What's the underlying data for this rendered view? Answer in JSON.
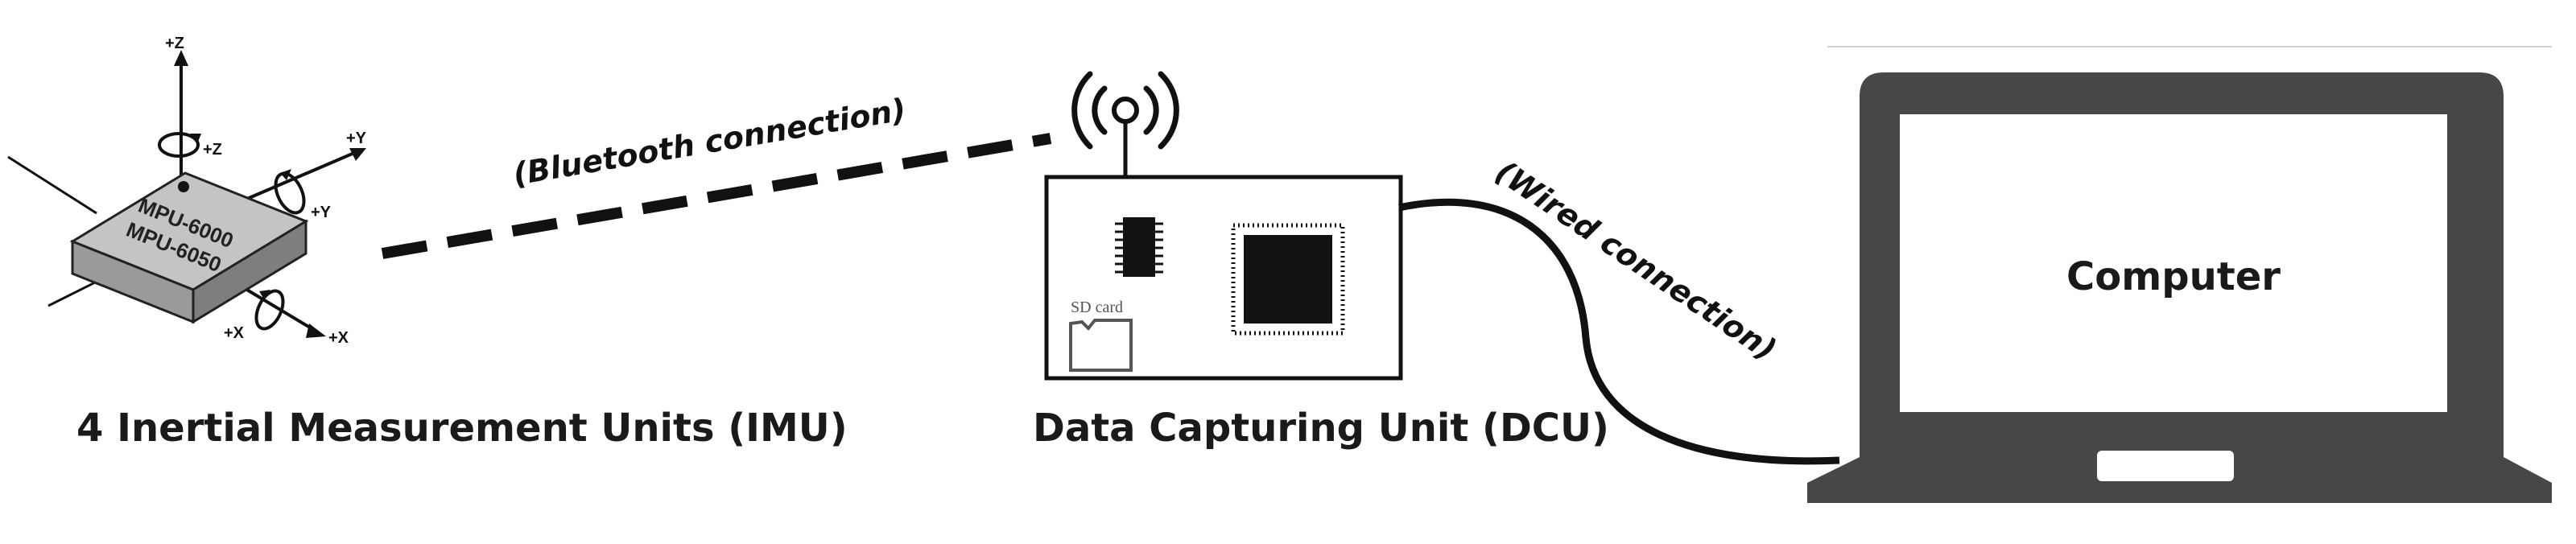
{
  "imu": {
    "caption": "4 Inertial Measurement Units (IMU)",
    "chip_line1": "MPU-6000",
    "chip_line2": "MPU-6050",
    "axis_z_top": "+Z",
    "axis_z_rot": "+Z",
    "axis_y_top": "+Y",
    "axis_y_rot": "+Y",
    "axis_x_rot": "+X",
    "axis_x_bottom": "+X"
  },
  "links": {
    "bluetooth": "(Bluetooth connection)",
    "wired": "(Wired connection)"
  },
  "dcu": {
    "caption": "Data Capturing Unit (DCU)",
    "sd_label": "SD card"
  },
  "computer": {
    "screen_label": "Computer"
  },
  "colors": {
    "ink": "#111111",
    "box_fill": "#bdbdbd",
    "laptop_body": "#474747",
    "screen": "#ffffff"
  }
}
